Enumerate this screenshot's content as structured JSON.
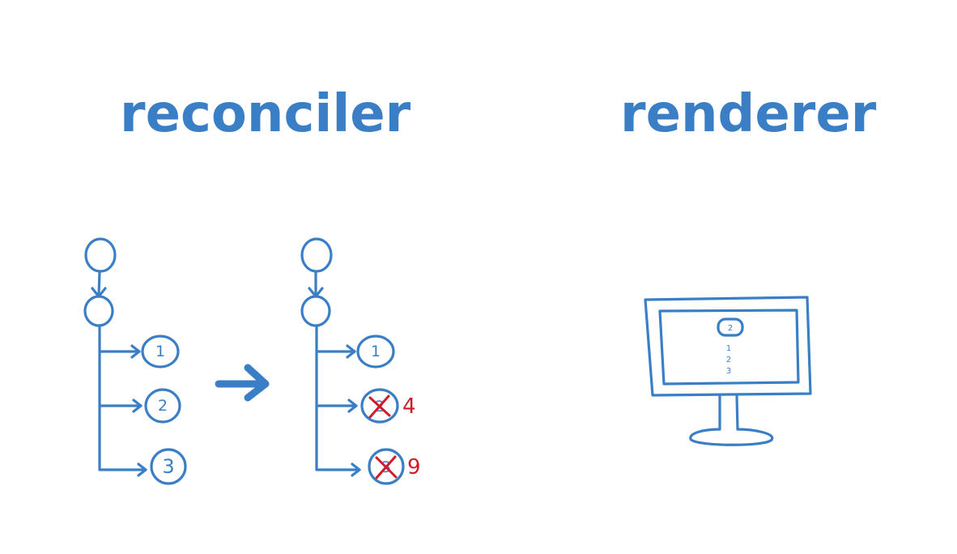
{
  "titles": {
    "left": "reconciler",
    "right": "renderer"
  },
  "before_tree": {
    "children": [
      "1",
      "2",
      "3"
    ]
  },
  "after_tree": {
    "children": [
      "1",
      "2",
      "3"
    ],
    "replacements": [
      "4",
      "9"
    ]
  },
  "monitor": {
    "header_label": "2",
    "list": [
      "1",
      "2",
      "3"
    ]
  },
  "colors": {
    "ink": "#3a7fc6",
    "correction": "#d11a2a"
  }
}
